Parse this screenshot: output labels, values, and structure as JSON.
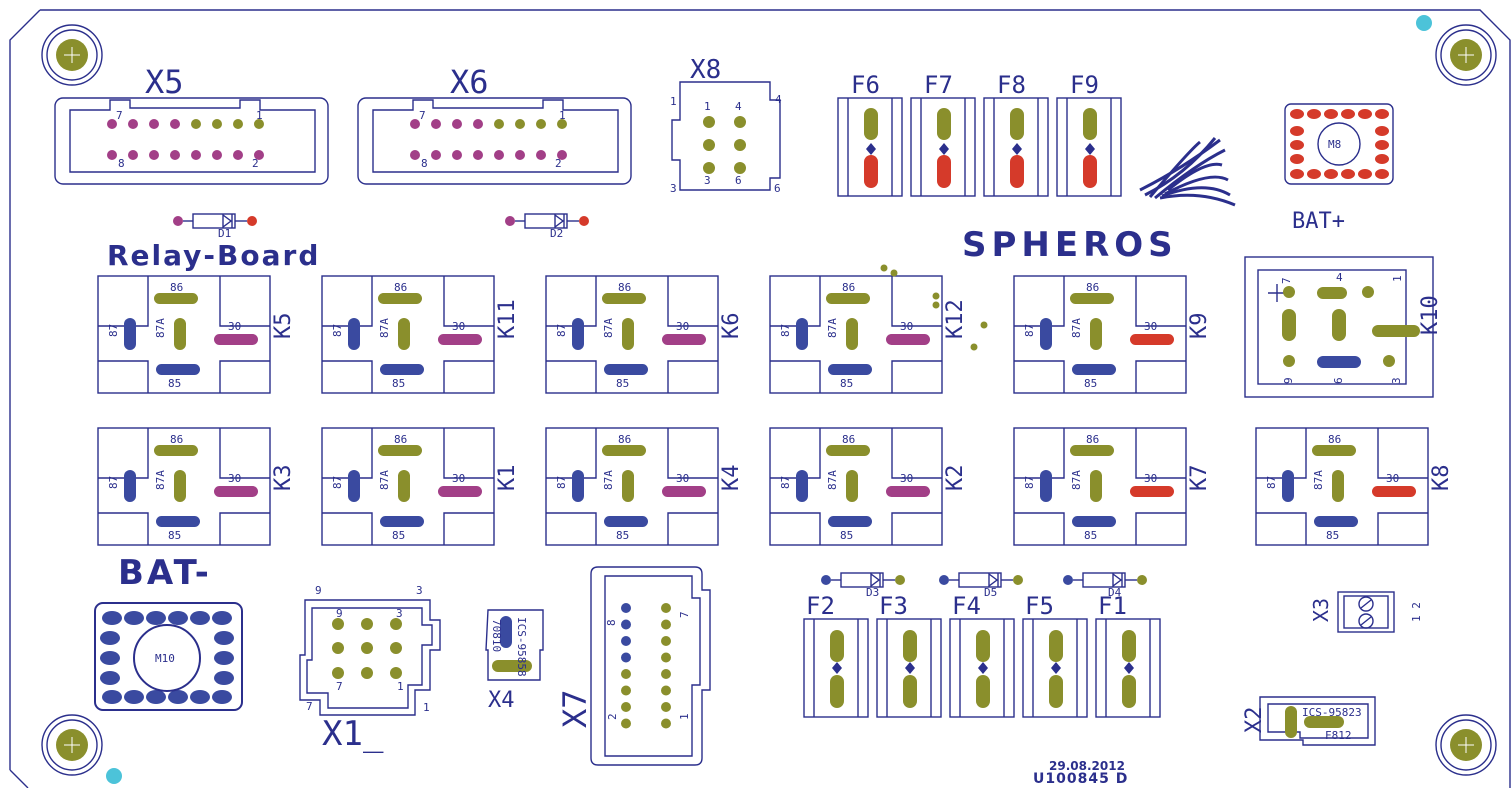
{
  "colors": {
    "outline": "#2b2f8c",
    "olive": "#8a8f2c",
    "magenta": "#a23f87",
    "red": "#d53a2a",
    "blue": "#3a4aa0",
    "cyan": "#4cc3d9"
  },
  "board": {
    "title": "Relay-Board",
    "brand": "SPHEROS",
    "date": "29.08.2012",
    "part_number": "U100845 D"
  },
  "terminals": {
    "bat_plus": "BAT+",
    "bat_minus": "BAT-",
    "m8": "M8",
    "m10": "M10"
  },
  "connectors": {
    "x5": {
      "name": "X5",
      "pin_a": "7",
      "pin_b": "1",
      "pin_c": "8",
      "pin_d": "2"
    },
    "x6": {
      "name": "X6",
      "pin_a": "7",
      "pin_b": "1",
      "pin_c": "8",
      "pin_d": "2"
    },
    "x8": {
      "name": "X8",
      "p1": "1",
      "p2": "4",
      "p3": "3",
      "p4": "6",
      "o1": "1",
      "o2": "4",
      "o3": "3",
      "o4": "6"
    },
    "x1": {
      "name": "X1_",
      "t9": "9",
      "t3": "3",
      "i9": "9",
      "i3": "3",
      "i7": "7",
      "i1": "1",
      "b7": "7",
      "b1": "1"
    },
    "x4": {
      "name": "X4",
      "part": "ICS-95858",
      "sub": "70810"
    },
    "x7": {
      "name": "X7",
      "p8": "8",
      "p7": "7",
      "p2": "2",
      "p1": "1"
    },
    "x2": {
      "name": "X2",
      "part": "ICS-95823",
      "sub": "F812"
    },
    "x3": {
      "name": "X3",
      "pins": "1 2"
    }
  },
  "fuses_top": [
    "F6",
    "F7",
    "F8",
    "F9"
  ],
  "fuses_bottom": [
    "F2",
    "F3",
    "F4",
    "F5",
    "F1"
  ],
  "diodes": [
    "D1",
    "D2",
    "D3",
    "D5",
    "D4"
  ],
  "relay_pins": {
    "p86": "86",
    "p87": "87",
    "p87a": "87A",
    "p30": "30",
    "p85": "85"
  },
  "relays_row1": [
    "K5",
    "K11",
    "K6",
    "K12",
    "K9"
  ],
  "relays_row2": [
    "K3",
    "K1",
    "K4",
    "K2",
    "K7",
    "K8"
  ],
  "k10": {
    "name": "K10",
    "p7": "7",
    "p4": "4",
    "p1": "1",
    "p9": "9",
    "p6": "6",
    "p3": "3"
  }
}
